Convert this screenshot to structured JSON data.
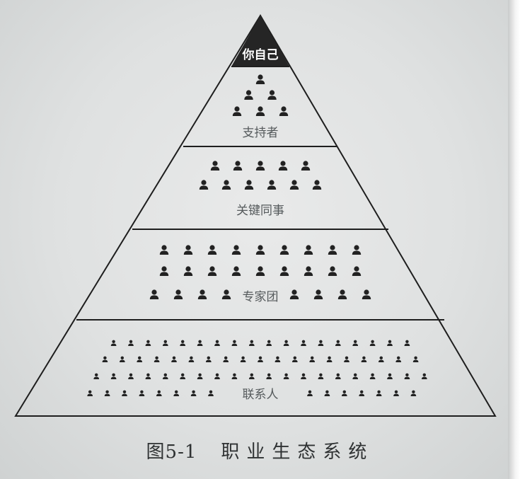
{
  "diagram": {
    "apex": {
      "label": "你自己"
    },
    "tiers": [
      {
        "label": "支持者",
        "icon_rows": [
          1,
          2,
          3
        ]
      },
      {
        "label": "关键同事",
        "icon_rows": [
          5,
          6
        ]
      },
      {
        "label": "专家团",
        "icon_rows": [
          9,
          9,
          8
        ]
      },
      {
        "label": "联系人",
        "icon_rows": [
          18,
          19,
          20,
          15
        ]
      }
    ],
    "icon": "person-icon",
    "colors": {
      "ink": "#222222",
      "apex_fill": "#252525",
      "outline": "#1e1e1e",
      "paper": "#e6e8e8"
    }
  },
  "caption": {
    "number": "图5-1",
    "title": "职业生态系统"
  }
}
